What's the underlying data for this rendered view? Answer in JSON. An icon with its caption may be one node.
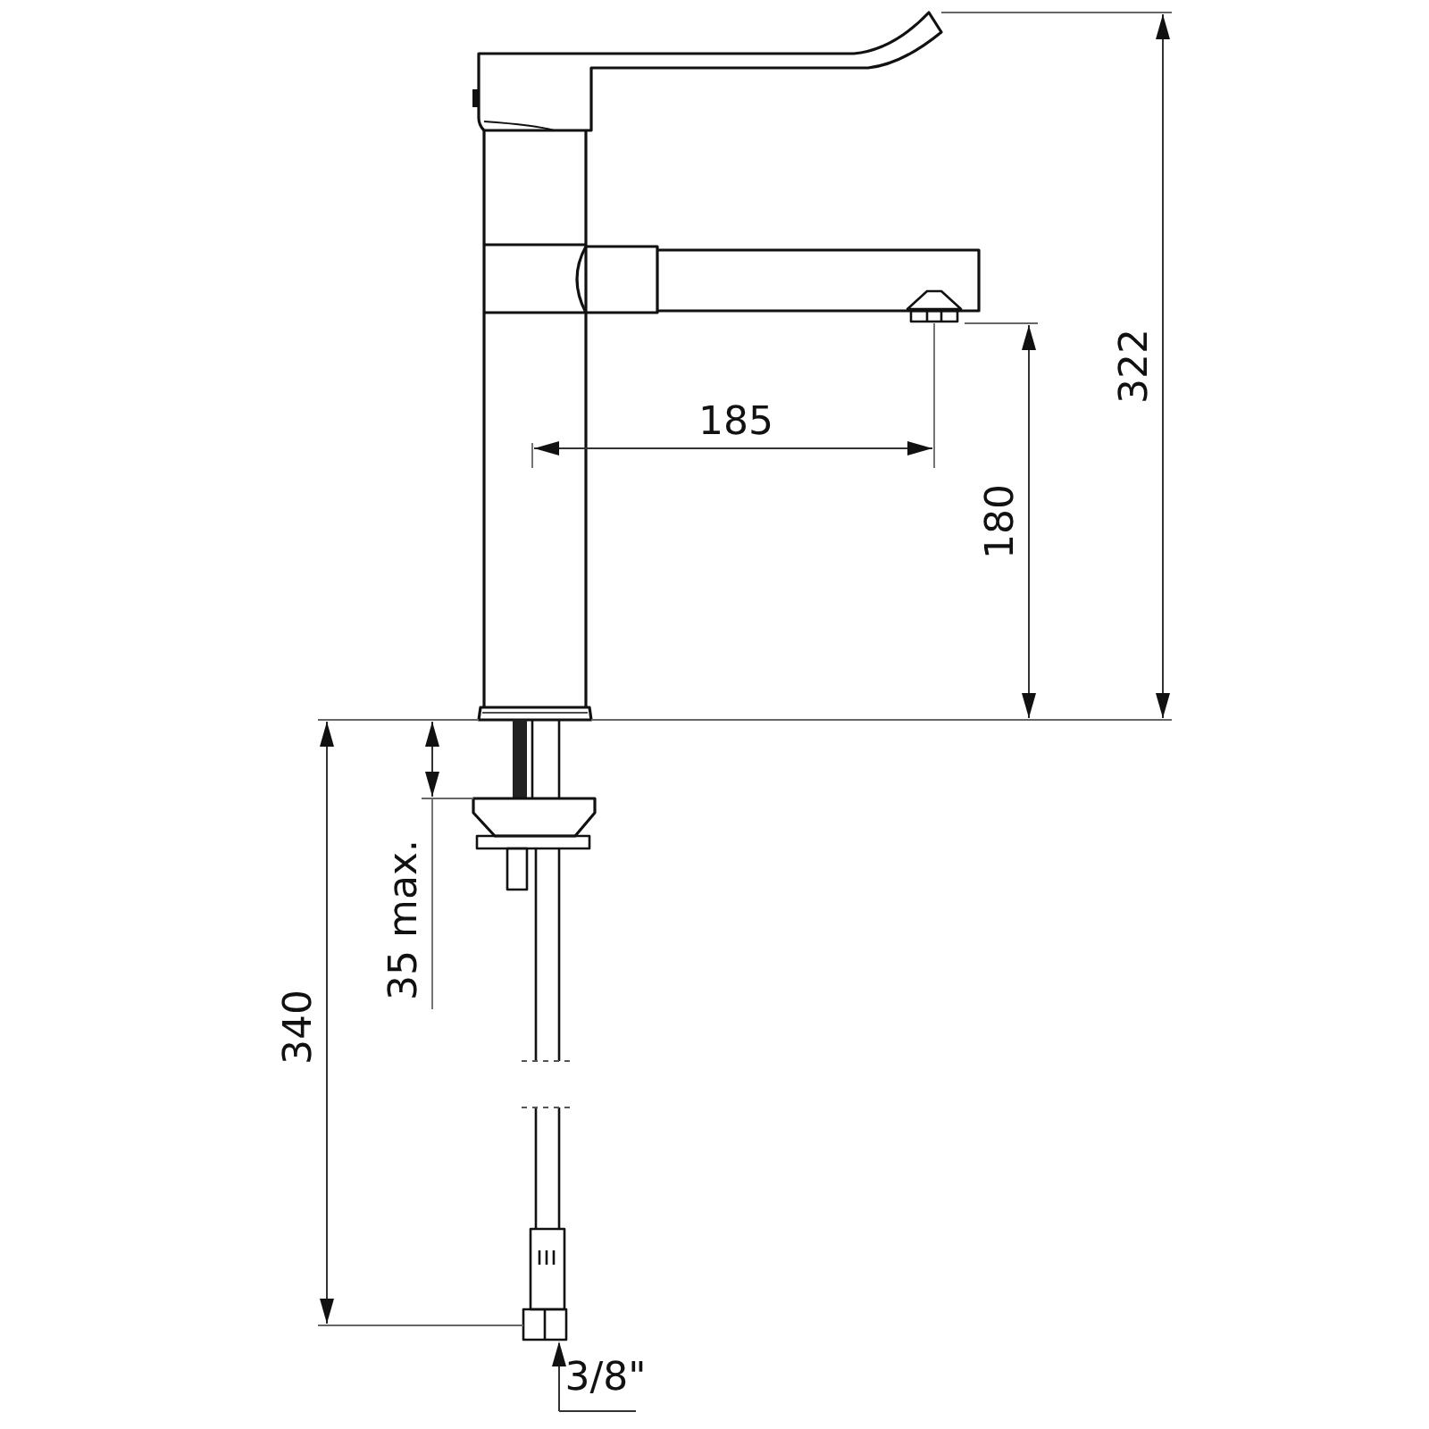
{
  "diagram": {
    "labels": [
      "322",
      "185",
      "180",
      "35 max.",
      "340",
      "3/8\""
    ]
  }
}
